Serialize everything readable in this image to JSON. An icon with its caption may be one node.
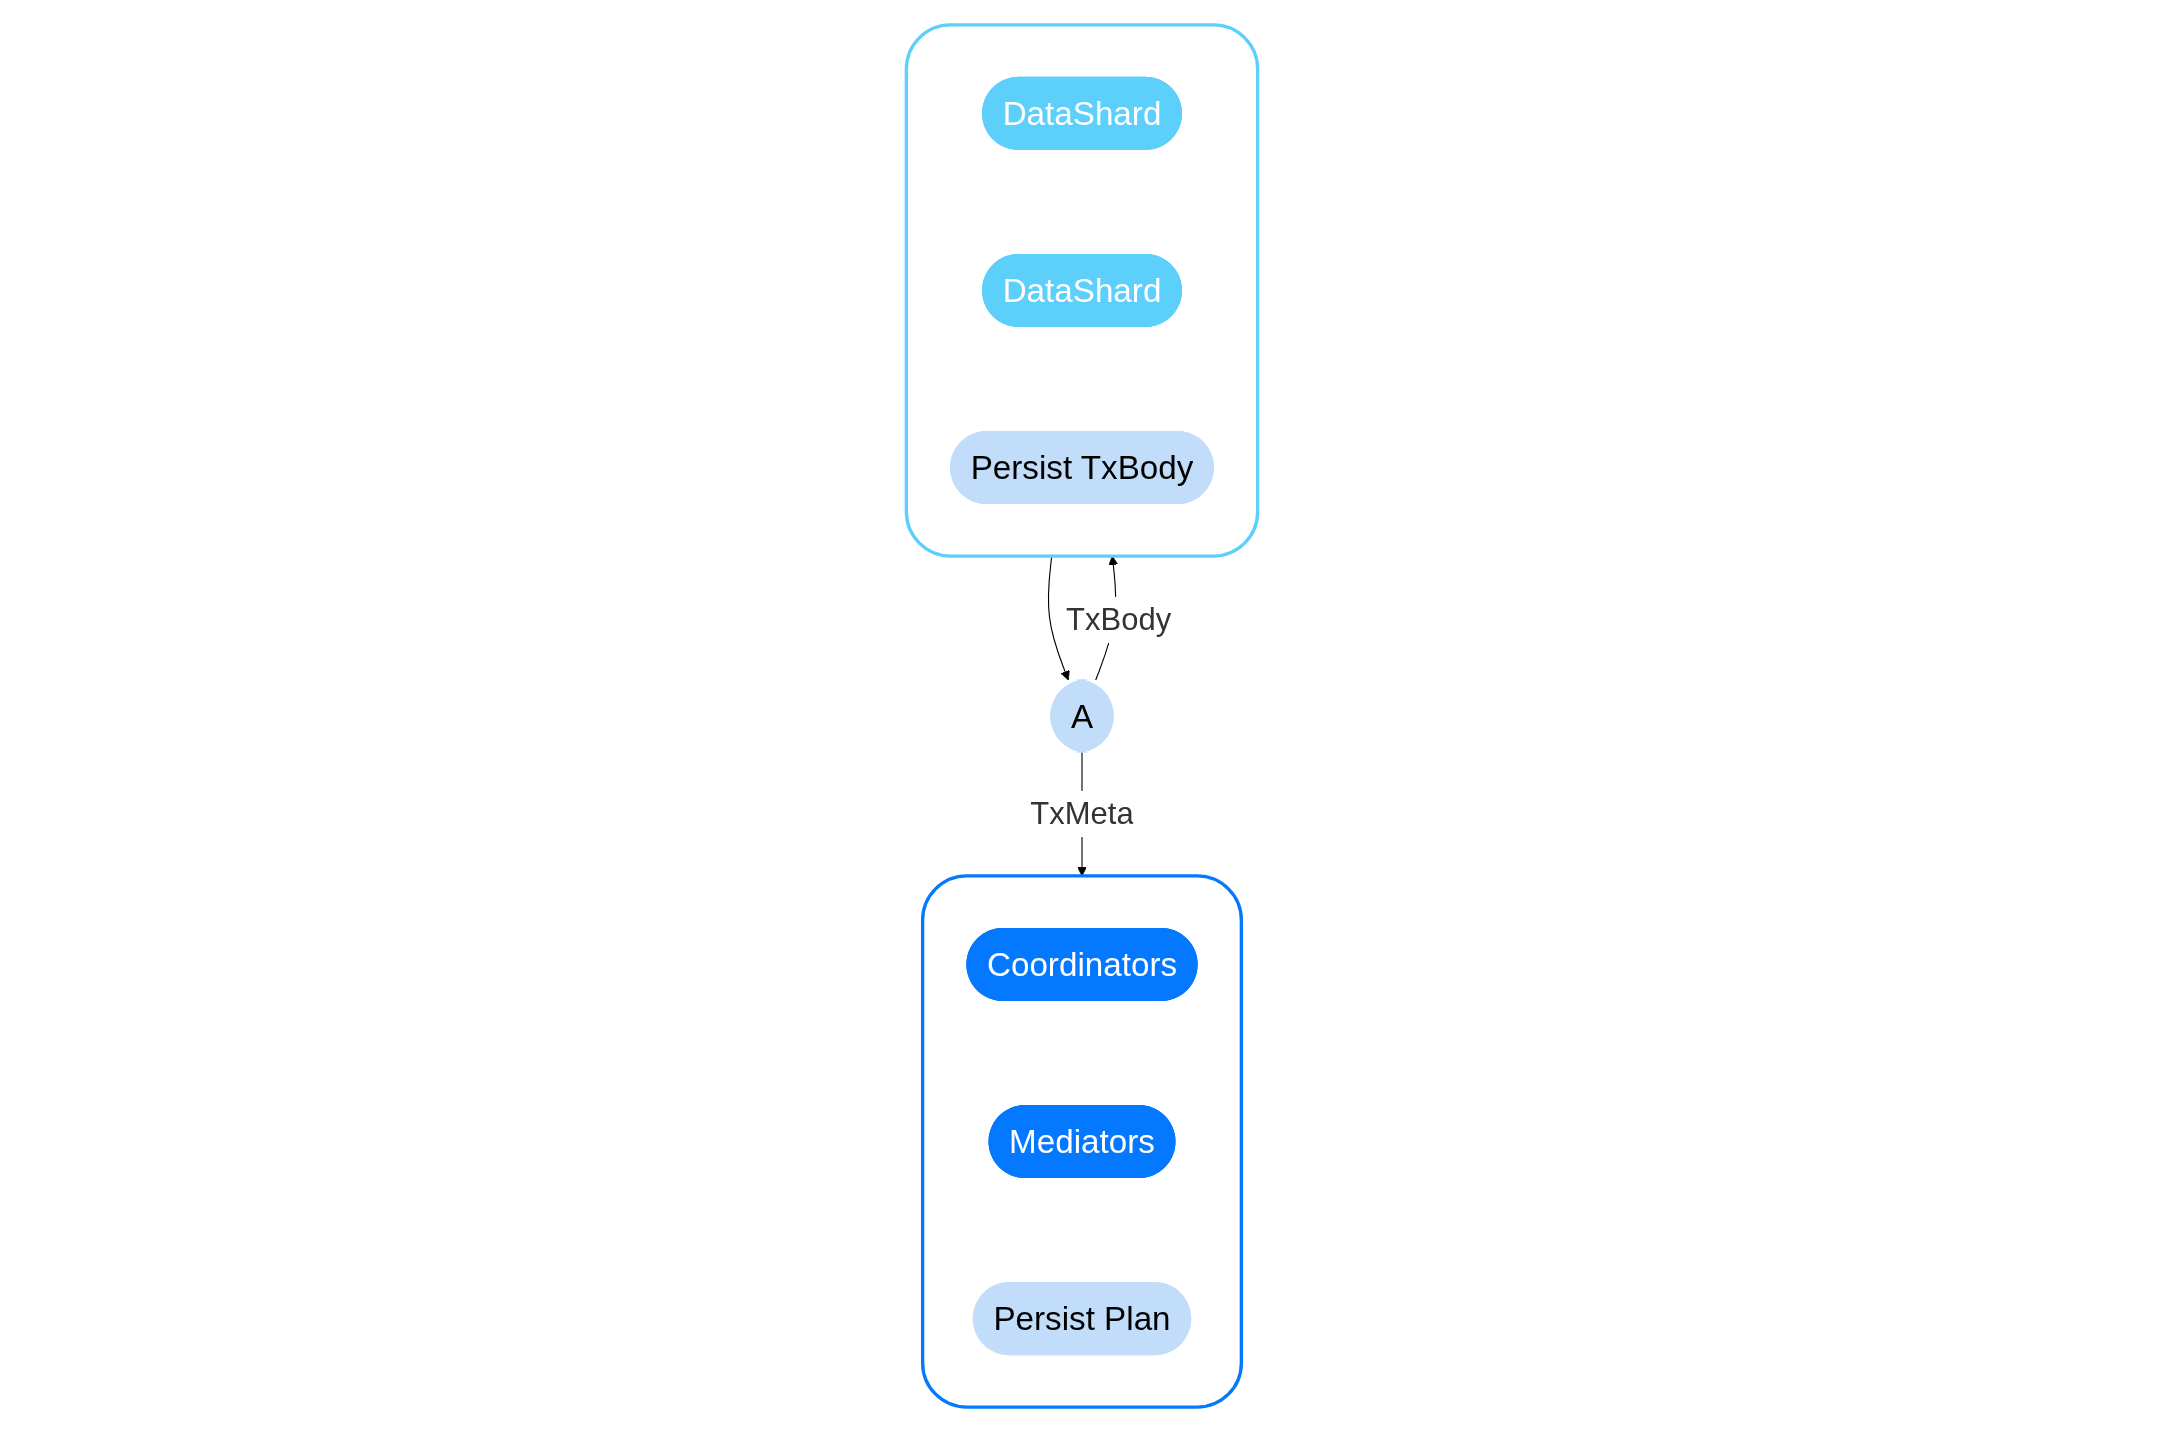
{
  "diagram": {
    "nodes": [
      {
        "text": [
          "A"
        ]
      },
      {
        "text": [],
        "shape": "box"
      },
      {
        "text": [
          "Coordinators"
        ],
        "in": 1
      },
      {
        "text": [
          "Mediators"
        ],
        "in": 1
      },
      {
        "text": [
          "Persist Plan"
        ],
        "in": 1
      },
      {
        "text": [],
        "shape": "box"
      },
      {
        "text": [
          "DataShard"
        ],
        "in": 5
      },
      {
        "text": [
          "DataShard"
        ],
        "in": 5
      },
      {
        "text": [
          "Persist TxBody"
        ],
        "in": 5
      }
    ],
    "edges": [
      {
        "from": 0,
        "to": 1,
        "arrow": "to",
        "label": "TxMeta"
      },
      {
        "from": 0,
        "to": 5,
        "arrow": "to",
        "label": "TxBody"
      },
      {
        "from": 5,
        "to": 0,
        "arrow": "to"
      }
    ]
  }
}
